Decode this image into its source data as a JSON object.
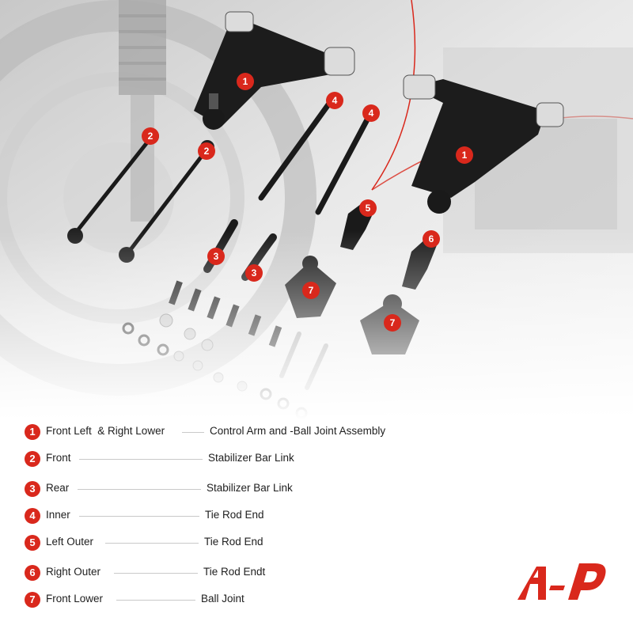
{
  "product_image": {
    "icon": "auto-parts-photo",
    "marker_color": "#d9281c"
  },
  "callouts": [
    "1",
    "1",
    "2",
    "2",
    "3",
    "3",
    "4",
    "4",
    "5",
    "6",
    "7",
    "7"
  ],
  "legend": [
    {
      "num": "1",
      "label": "Front Left  & Right Lower",
      "part": "Control Arm and -Ball Joint Assembly"
    },
    {
      "num": "2",
      "label": "Front",
      "part": "Stabilizer Bar Link"
    },
    {
      "num": "3",
      "label": "Rear",
      "part": "Stabilizer Bar Link"
    },
    {
      "num": "4",
      "label": "Inner",
      "part": "Tie Rod End"
    },
    {
      "num": "5",
      "label": "Left Outer",
      "part": "Tie Rod End"
    },
    {
      "num": "6",
      "label": "Right Outer",
      "part": "Tie Rod Endt"
    },
    {
      "num": "7",
      "label": "Front Lower",
      "part": "Ball Joint"
    }
  ],
  "logo": {
    "icon": "a-premium-logo",
    "color": "#d9281c"
  }
}
